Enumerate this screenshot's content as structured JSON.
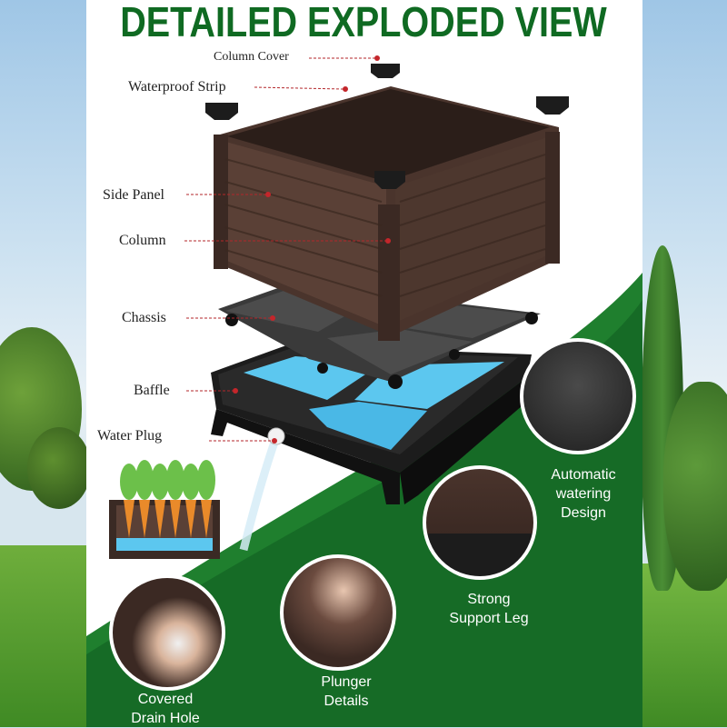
{
  "title": "DETAILED EXPLODED VIEW",
  "parts": [
    {
      "id": "column-cover",
      "label": "Column Cover"
    },
    {
      "id": "waterproof-strip",
      "label": "Waterproof Strip"
    },
    {
      "id": "side-panel",
      "label": "Side Panel"
    },
    {
      "id": "column",
      "label": "Column"
    },
    {
      "id": "chassis",
      "label": "Chassis"
    },
    {
      "id": "baffle",
      "label": "Baffle"
    },
    {
      "id": "water-plug",
      "label": "Water Plug"
    }
  ],
  "features": [
    {
      "id": "auto-watering",
      "line1": "Automatic",
      "line2": "watering",
      "line3": "Design"
    },
    {
      "id": "support-leg",
      "line1": "Strong",
      "line2": "Support Leg"
    },
    {
      "id": "plunger",
      "line1": "Plunger",
      "line2": "Details"
    },
    {
      "id": "drain-hole",
      "line1": "Covered",
      "line2": "Drain Hole"
    }
  ],
  "colors": {
    "brand_green": "#0f6a22",
    "wave_green": "#1f7f2e",
    "leader_red": "#c4262b",
    "planter_brown": "#4a342c",
    "water_blue": "#5cc7ef"
  }
}
